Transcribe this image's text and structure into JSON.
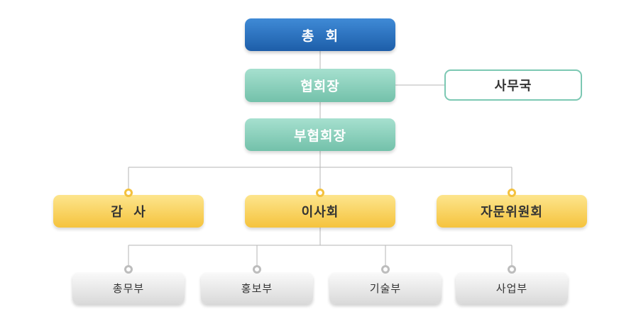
{
  "org_chart": {
    "assembly": "총  회",
    "president": "협회장",
    "secretariat": "사무국",
    "vice_president": "부협회장",
    "committees": {
      "audit": "감  사",
      "board": "이사회",
      "advisory": "자문위원회"
    },
    "departments": {
      "general_affairs": "총무부",
      "public_relations": "홍보부",
      "technology": "기술부",
      "business": "사업부"
    }
  },
  "colors": {
    "assembly": "#2a6fbd",
    "executive": "#8fd1bf",
    "committee": "#f8cf56",
    "department": "#e6e6e6",
    "connector": "#b5b5b5"
  }
}
